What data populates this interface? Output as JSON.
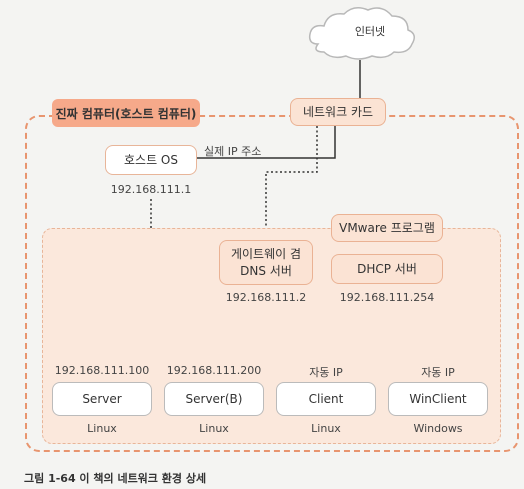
{
  "internet": "인터넷",
  "real_computer": "진짜 컴퓨터(호스트 컴퓨터)",
  "network_card": "네트워크 카드",
  "host_os": {
    "label": "호스트 OS",
    "ip_note": "실제 IP 주소",
    "ip": "192.168.111.1"
  },
  "vmware": "VMware 프로그램",
  "gateway": {
    "line1": "게이트웨이 겸",
    "line2": "DNS 서버",
    "ip": "192.168.111.2"
  },
  "dhcp": {
    "label": "DHCP 서버",
    "ip": "192.168.111.254"
  },
  "machines": [
    {
      "ip": "192.168.111.100",
      "name": "Server",
      "os": "Linux"
    },
    {
      "ip": "192.168.111.200",
      "name": "Server(B)",
      "os": "Linux"
    },
    {
      "ip": "자동 IP",
      "name": "Client",
      "os": "Linux"
    },
    {
      "ip": "자동 IP",
      "name": "WinClient",
      "os": "Windows"
    }
  ],
  "caption": "그림 1-64 이 책의 네트워크 환경 상세"
}
